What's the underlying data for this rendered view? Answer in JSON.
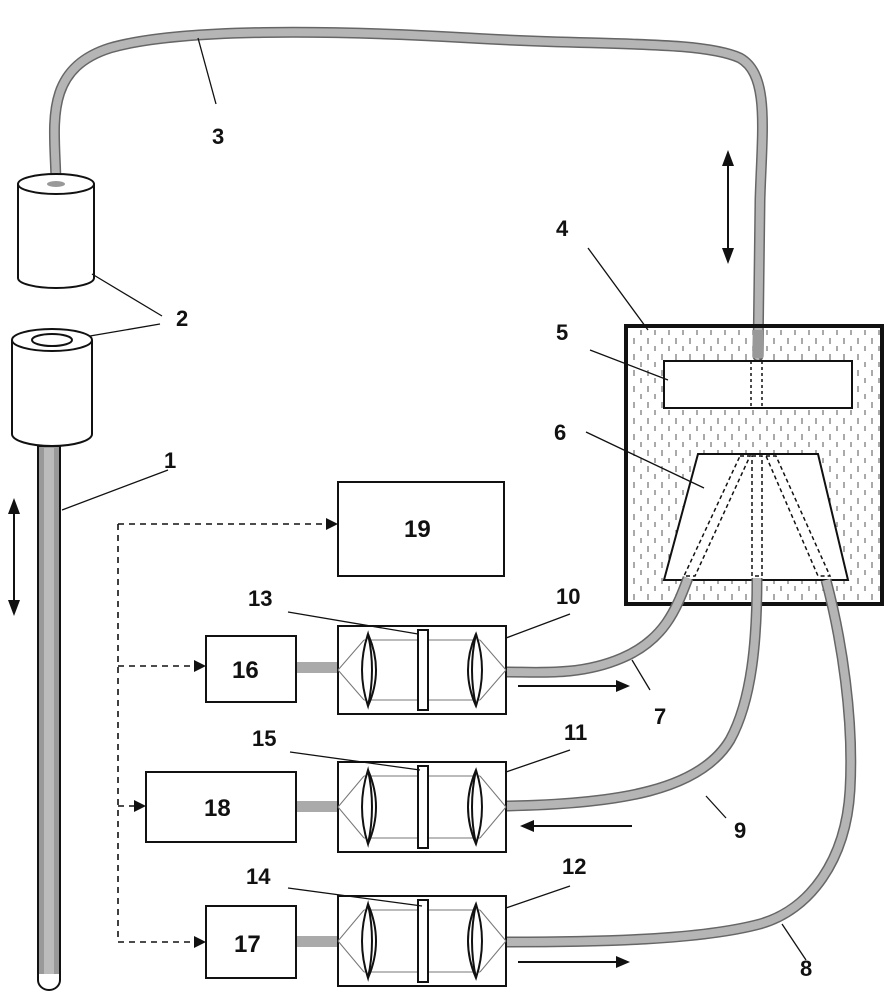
{
  "labels": {
    "l1": "1",
    "l2": "2",
    "l3": "3",
    "l4": "4",
    "l5": "5",
    "l6": "6",
    "l7": "7",
    "l8": "8",
    "l9": "9",
    "l10": "10",
    "l11": "11",
    "l12": "12",
    "l13": "13",
    "l14": "14",
    "l15": "15"
  },
  "boxes": {
    "b16": "16",
    "b17": "17",
    "b18": "18",
    "b19": "19"
  }
}
